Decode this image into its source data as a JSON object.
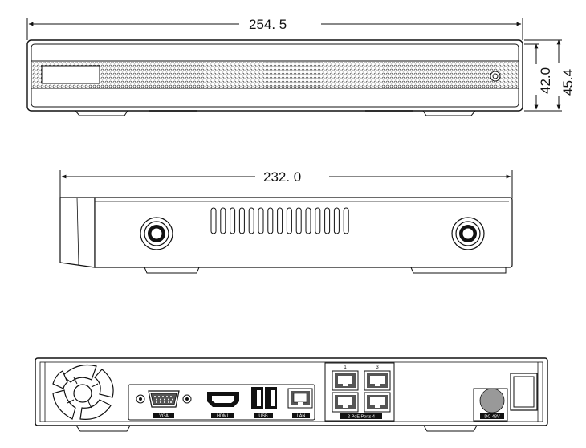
{
  "front_view": {
    "width_dim": "254. 5",
    "height_inner_dim": "42.0",
    "height_outer_dim": "45.4"
  },
  "side_view": {
    "length_dim": "232. 0"
  },
  "rear_view": {
    "vga_label": "VGA",
    "hdmi_label": "HDMI",
    "usb_label": "USB",
    "lan_label": "LAN",
    "poe_top_1": "1",
    "poe_top_3": "3",
    "poe_label": "2 PoE Ports 4",
    "power_label": "DC 48V"
  }
}
